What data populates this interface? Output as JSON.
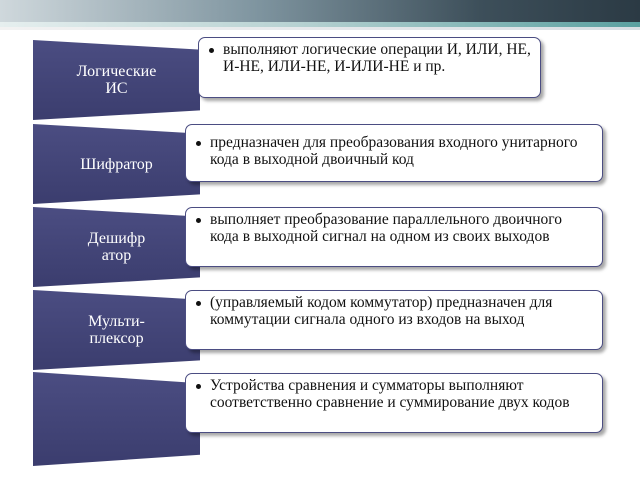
{
  "colors": {
    "chevron": "#3b3d6e",
    "box_border": "#4b4d82",
    "header_dark": "#2b3a44",
    "header_teal": "#5aa0a0"
  },
  "rows": [
    {
      "label": "Логические\nИС",
      "text": "выполняют логические операции И, ИЛИ, НЕ, И-НЕ, ИЛИ-НЕ, И-ИЛИ-НЕ и пр."
    },
    {
      "label": "Шифратор",
      "text": "предназначен для преобразования входного унитарного кода в выходной двоичный код"
    },
    {
      "label": "Дешифратор",
      "text": "выполняет преобразование параллельного двоичного кода в выходной сигнал на одном из своих выходов"
    },
    {
      "label": "Мульти-\nплексор",
      "text": "(управляемый кодом коммутатор) предназначен для коммутации сигнала одного из входов на выход"
    },
    {
      "label": "",
      "text": "Устройства сравнения и сумматоры выполняют соответственно сравнение и суммирование двух кодов"
    }
  ]
}
